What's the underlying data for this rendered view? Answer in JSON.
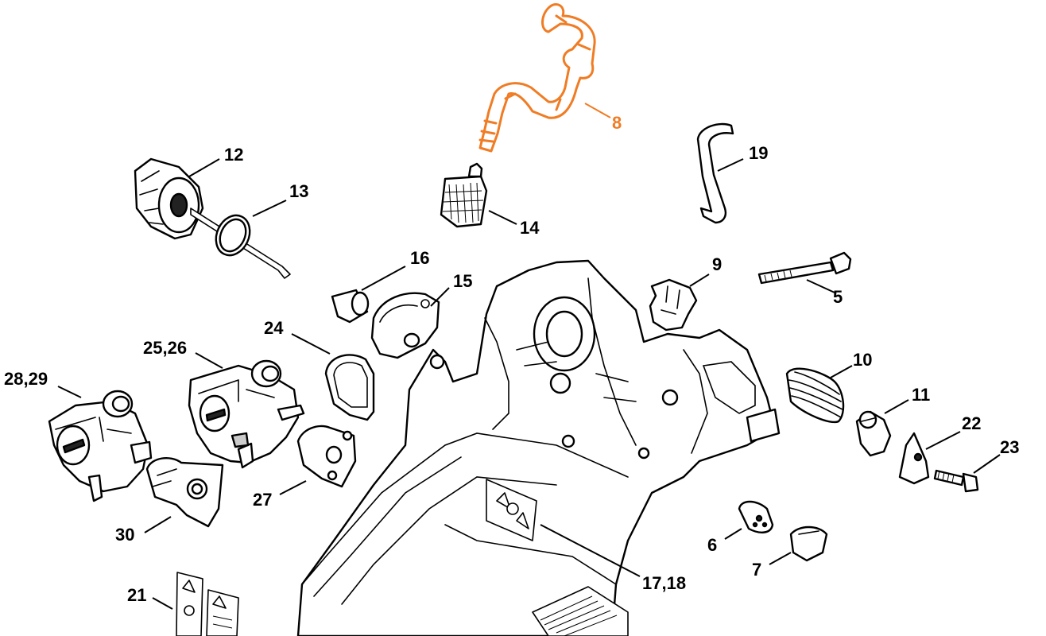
{
  "diagram": {
    "highlight_color": "#f07c24",
    "callouts": [
      {
        "id": "fuel-hose",
        "label": "8",
        "highlighted": true
      },
      {
        "id": "impulse-hose",
        "label": "19",
        "highlighted": false
      },
      {
        "id": "oil-pump",
        "label": "12",
        "highlighted": false
      },
      {
        "id": "o-ring",
        "label": "13",
        "highlighted": false
      },
      {
        "id": "fuel-filter",
        "label": "14",
        "highlighted": false
      },
      {
        "id": "sleeve",
        "label": "16",
        "highlighted": false
      },
      {
        "id": "cover-plate",
        "label": "15",
        "highlighted": false
      },
      {
        "id": "grommet",
        "label": "9",
        "highlighted": false
      },
      {
        "id": "bolt",
        "label": "5",
        "highlighted": false
      },
      {
        "id": "gasket",
        "label": "24",
        "highlighted": false
      },
      {
        "id": "carburetor-a",
        "label": "25,26",
        "highlighted": false
      },
      {
        "id": "carburetor-b",
        "label": "28,29",
        "highlighted": false
      },
      {
        "id": "spring",
        "label": "10",
        "highlighted": false
      },
      {
        "id": "stop-buffer",
        "label": "11",
        "highlighted": false
      },
      {
        "id": "plate",
        "label": "22",
        "highlighted": false
      },
      {
        "id": "screw",
        "label": "23",
        "highlighted": false
      },
      {
        "id": "spacer",
        "label": "27",
        "highlighted": false
      },
      {
        "id": "elbow-connector",
        "label": "30",
        "highlighted": false
      },
      {
        "id": "plug-connector",
        "label": "6",
        "highlighted": false
      },
      {
        "id": "cap",
        "label": "7",
        "highlighted": false
      },
      {
        "id": "tank-housing",
        "label": "17,18",
        "highlighted": false
      },
      {
        "id": "warning-label",
        "label": "21",
        "highlighted": false
      }
    ]
  }
}
